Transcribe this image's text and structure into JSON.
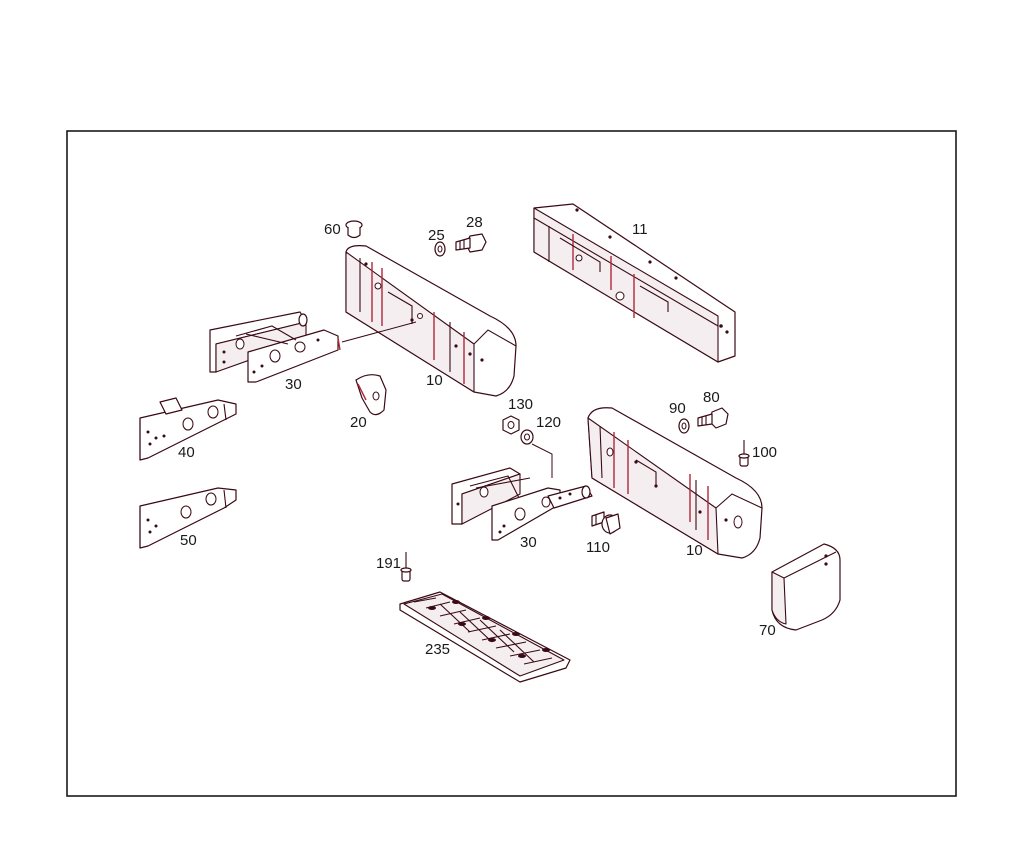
{
  "parts": {
    "p10a": "10",
    "p10b": "10",
    "p11": "11",
    "p20": "20",
    "p25": "25",
    "p28": "28",
    "p30a": "30",
    "p30b": "30",
    "p40": "40",
    "p50": "50",
    "p60": "60",
    "p70": "70",
    "p80": "80",
    "p90": "90",
    "p100": "100",
    "p110": "110",
    "p120": "120",
    "p130": "130",
    "p191": "191",
    "p235": "235"
  },
  "colors": {
    "line": "#3a0a14",
    "accent": "#b0283c",
    "frame": "#1a1a1a"
  }
}
